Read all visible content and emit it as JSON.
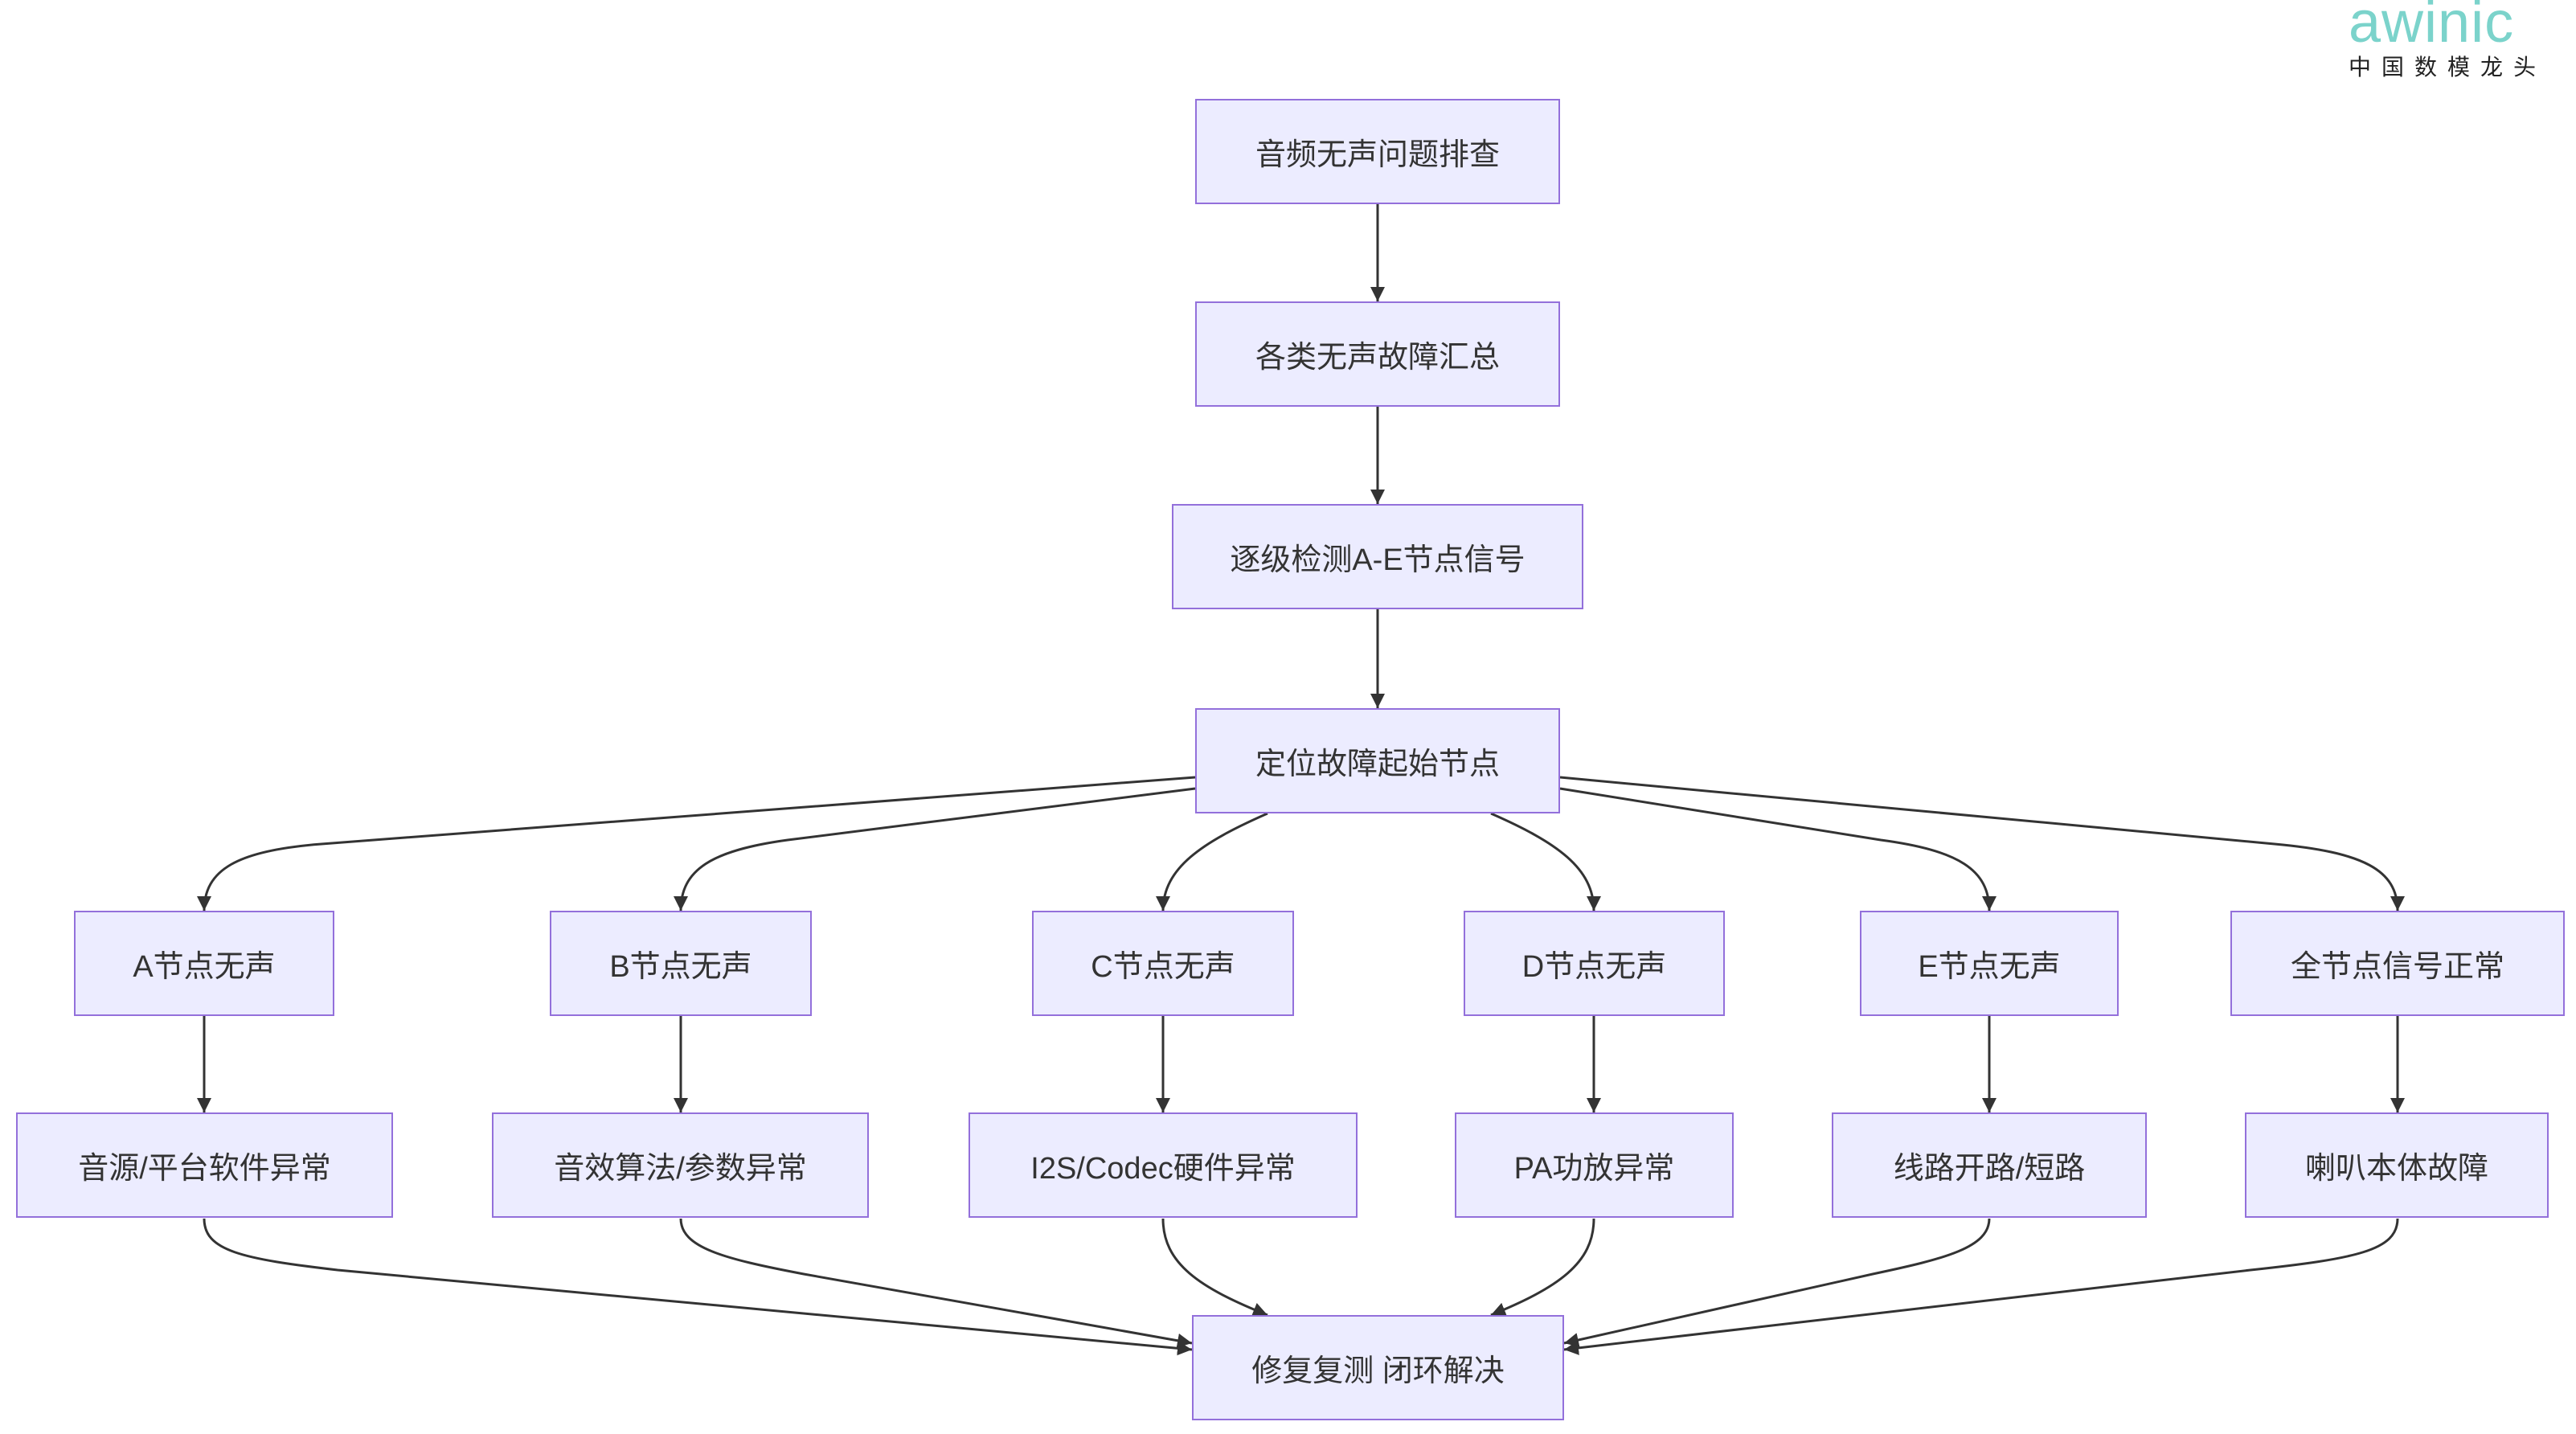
{
  "logo": {
    "brand": "awinic",
    "tagline": "中国数模龙头"
  },
  "flowchart": {
    "start": "音频无声问题排查",
    "summary": "各类无声故障汇总",
    "detect": "逐级检测A-E节点信号",
    "locate": "定位故障起始节点",
    "branches": [
      {
        "status": "A节点无声",
        "cause": "音源/平台软件异常"
      },
      {
        "status": "B节点无声",
        "cause": "音效算法/参数异常"
      },
      {
        "status": "C节点无声",
        "cause": "I2S/Codec硬件异常"
      },
      {
        "status": "D节点无声",
        "cause": "PA功放异常"
      },
      {
        "status": "E节点无声",
        "cause": "线路开路/短路"
      },
      {
        "status": "全节点信号正常",
        "cause": "喇叭本体故障"
      }
    ],
    "end": "修复复测 闭环解决"
  },
  "colors": {
    "node_fill": "#ECECFF",
    "node_border": "#9370DB",
    "edge": "#333333",
    "text": "#333333",
    "logo": "#7BD3CB"
  }
}
